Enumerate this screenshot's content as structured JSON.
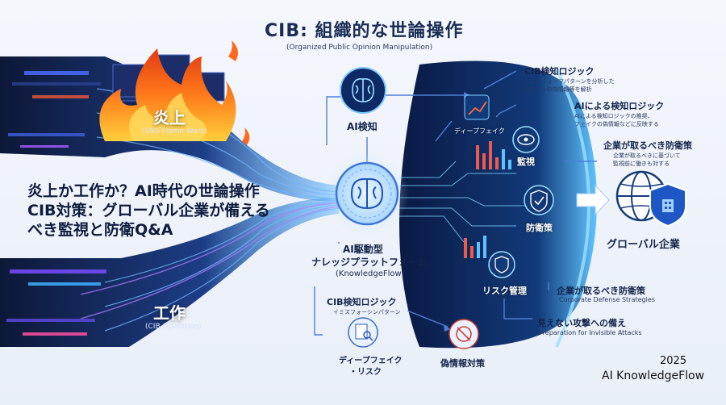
{
  "title": "CIB: 組織的な世論操作",
  "subtitle": "(Organized Public Opinion Manipulation)",
  "headline": [
    "炎上か工作か？AI時代の世論操作",
    "CIB対策：グローバル企業が備える",
    "べき監視と防衛Q&A"
  ],
  "flame": {
    "label": "炎上",
    "sublabel": "(SNS Flame Wars)"
  },
  "operation": {
    "label": "工作",
    "sublabel": "(CIB Operation)"
  },
  "ai_detect": {
    "label": "AI検知"
  },
  "platform": {
    "line1": "AI駆動型",
    "line2": "ナレッジプラットフォーム",
    "line3": "(KnowledgeFlow)"
  },
  "cib_logic_lower": {
    "label": "CIB検知ロジック",
    "sublabel": "イミスフォーシンパターン"
  },
  "deepfake_risk": {
    "line1": "ディープフェイク",
    "line2": "・リスク"
  },
  "disinfo": {
    "label": "偽情報対策"
  },
  "panel": {
    "deepfake": "ディープフェイク",
    "monitor": "監視",
    "defense": "防衛策",
    "risk": "リスク管理"
  },
  "callouts": {
    "cib_logic": {
      "title": "CIB検知ロジック",
      "desc": [
        "イミスフォーマパターンを分析した",
        "パターンの偽情報等を解析"
      ]
    },
    "ai_logic": {
      "title": "AIによる検知ロジック",
      "desc": [
        "AIによる検知ロジックの推奨、",
        "フェイクの偽情報などに反映する"
      ]
    },
    "corp_measures_top": {
      "title": "企業が取るべき防衛策",
      "desc": [
        "企業が取るべきに基づいて",
        "監視前に働きも対する"
      ]
    },
    "global": {
      "title": "グローバル企業"
    },
    "corp_measures": {
      "title": "企業が取るべき防衛策",
      "desc": "Corporate Defense Strategies"
    },
    "invisible": {
      "title": "見えない攻撃への備え",
      "desc": "Preparation for Invisible Attacks"
    }
  },
  "footer": {
    "year": "2025",
    "brand": "AI KnowledgeFlow"
  },
  "colors": {
    "navy": "#0b1a3f",
    "cyan": "#3ec8ff",
    "purple": "#8a5cf6",
    "flame": "#ff6a1a",
    "accent_red": "#d0413a"
  }
}
